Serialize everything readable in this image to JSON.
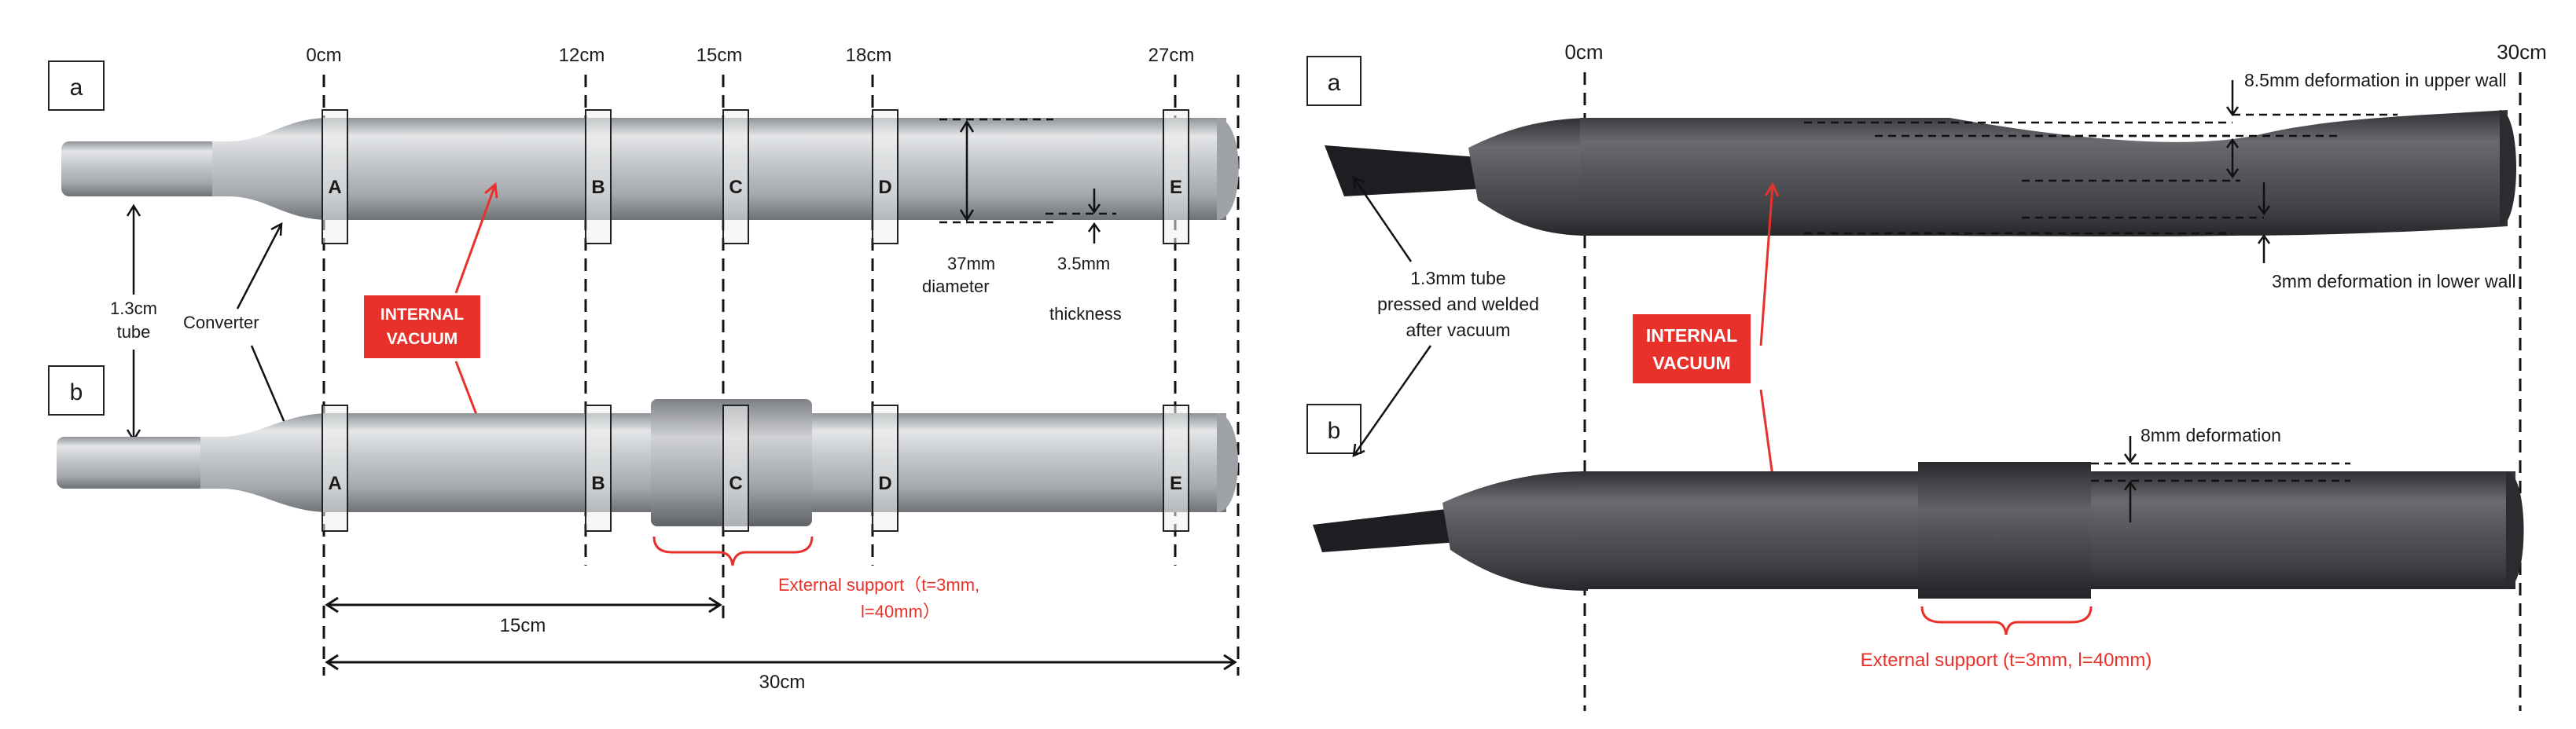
{
  "left": {
    "panel_a_tag": "a",
    "panel_b_tag": "b",
    "positions": [
      "0cm",
      "12cm",
      "15cm",
      "18cm",
      "27cm"
    ],
    "section_letters": [
      "A",
      "B",
      "C",
      "D",
      "E"
    ],
    "tube_label_line1": "1.3cm",
    "tube_label_line2": "tube",
    "converter_label": "Converter",
    "vacuum_line1": "INTERNAL",
    "vacuum_line2": "VACUUM",
    "diameter_line1": "37mm",
    "diameter_line2": "diameter",
    "thickness_line1": "3.5mm",
    "thickness_line2": "thickness",
    "support_line1": "External  support（t=3mm,",
    "support_line2": "l=40mm）",
    "dim_15": "15cm",
    "dim_30": "30cm"
  },
  "right": {
    "panel_a_tag": "a",
    "panel_b_tag": "b",
    "pos_start": "0cm",
    "pos_end": "30cm",
    "upper_deformation": "8.5mm deformation in upper wall",
    "lower_deformation": "3mm deformation in lower wall",
    "tube_note_line1": "1.3mm tube",
    "tube_note_line2": "pressed and welded",
    "tube_note_line3": "after vacuum",
    "vacuum_line1": "INTERNAL",
    "vacuum_line2": "VACUUM",
    "deformation_b": "8mm deformation",
    "support_text": "External support (t=3mm, l=40mm)"
  },
  "colors": {
    "accent_red": "#e8312a",
    "steel_light": "#c9ccd0",
    "steel_dark": "#4a4b4f"
  }
}
